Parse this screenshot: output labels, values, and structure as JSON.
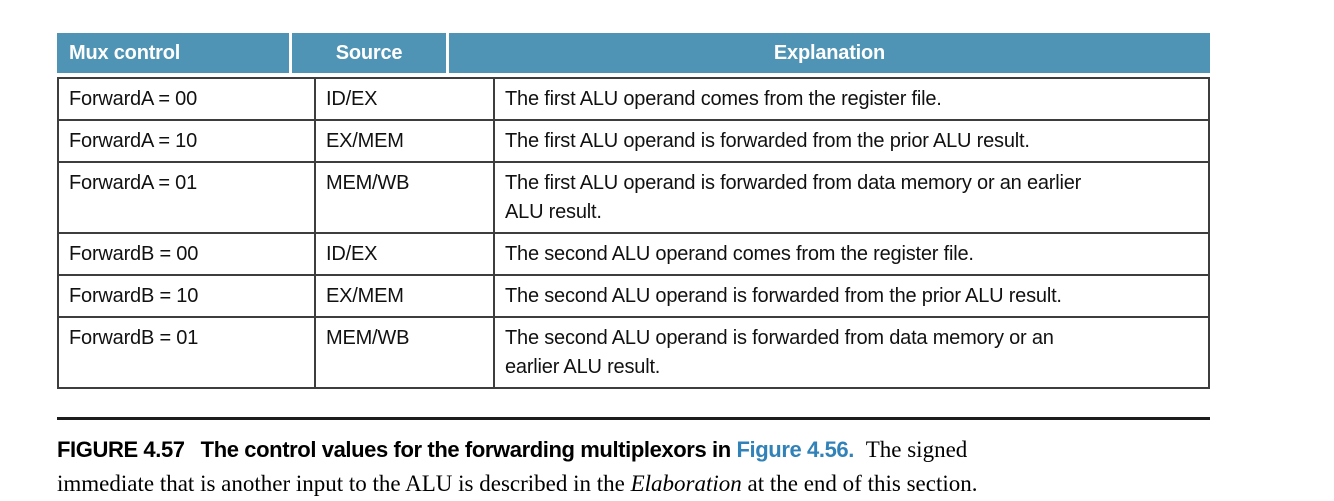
{
  "theme": {
    "header_bg": "#4f94b4",
    "header_text": "#ffffff",
    "border_color": "#3d3d3d",
    "rule_color": "#1c1c1c",
    "link_blue": "#3182b8"
  },
  "table": {
    "columns": [
      "Mux control",
      "Source",
      "Explanation"
    ],
    "rows": [
      {
        "mux": "ForwardA = 00",
        "source": "ID/EX",
        "explanation": [
          "The first ALU operand comes from the register file."
        ]
      },
      {
        "mux": "ForwardA = 10",
        "source": "EX/MEM",
        "explanation": [
          "The first ALU operand is forwarded from the prior ALU result."
        ]
      },
      {
        "mux": "ForwardA = 01",
        "source": "MEM/WB",
        "explanation": [
          "The first ALU operand is forwarded from data memory or an earlier",
          "ALU result."
        ]
      },
      {
        "mux": "ForwardB = 00",
        "source": "ID/EX",
        "explanation": [
          "The second ALU operand comes from the register file."
        ]
      },
      {
        "mux": "ForwardB = 10",
        "source": "EX/MEM",
        "explanation": [
          "The second ALU operand is forwarded from the prior ALU result."
        ]
      },
      {
        "mux": "ForwardB = 01",
        "source": "MEM/WB",
        "explanation": [
          "The second ALU operand is forwarded from data memory or an",
          "earlier ALU result."
        ]
      }
    ]
  },
  "caption": {
    "figure_label": "FIGURE 4.57",
    "bold_title": "The control values for the forwarding multiplexors in",
    "link_text": "Figure 4.56.",
    "after_link": "The signed",
    "line2_before_italic": "immediate that is another input to the ALU is described in the ",
    "line2_italic": "Elaboration",
    "line2_after_italic": " at the end of this section."
  }
}
